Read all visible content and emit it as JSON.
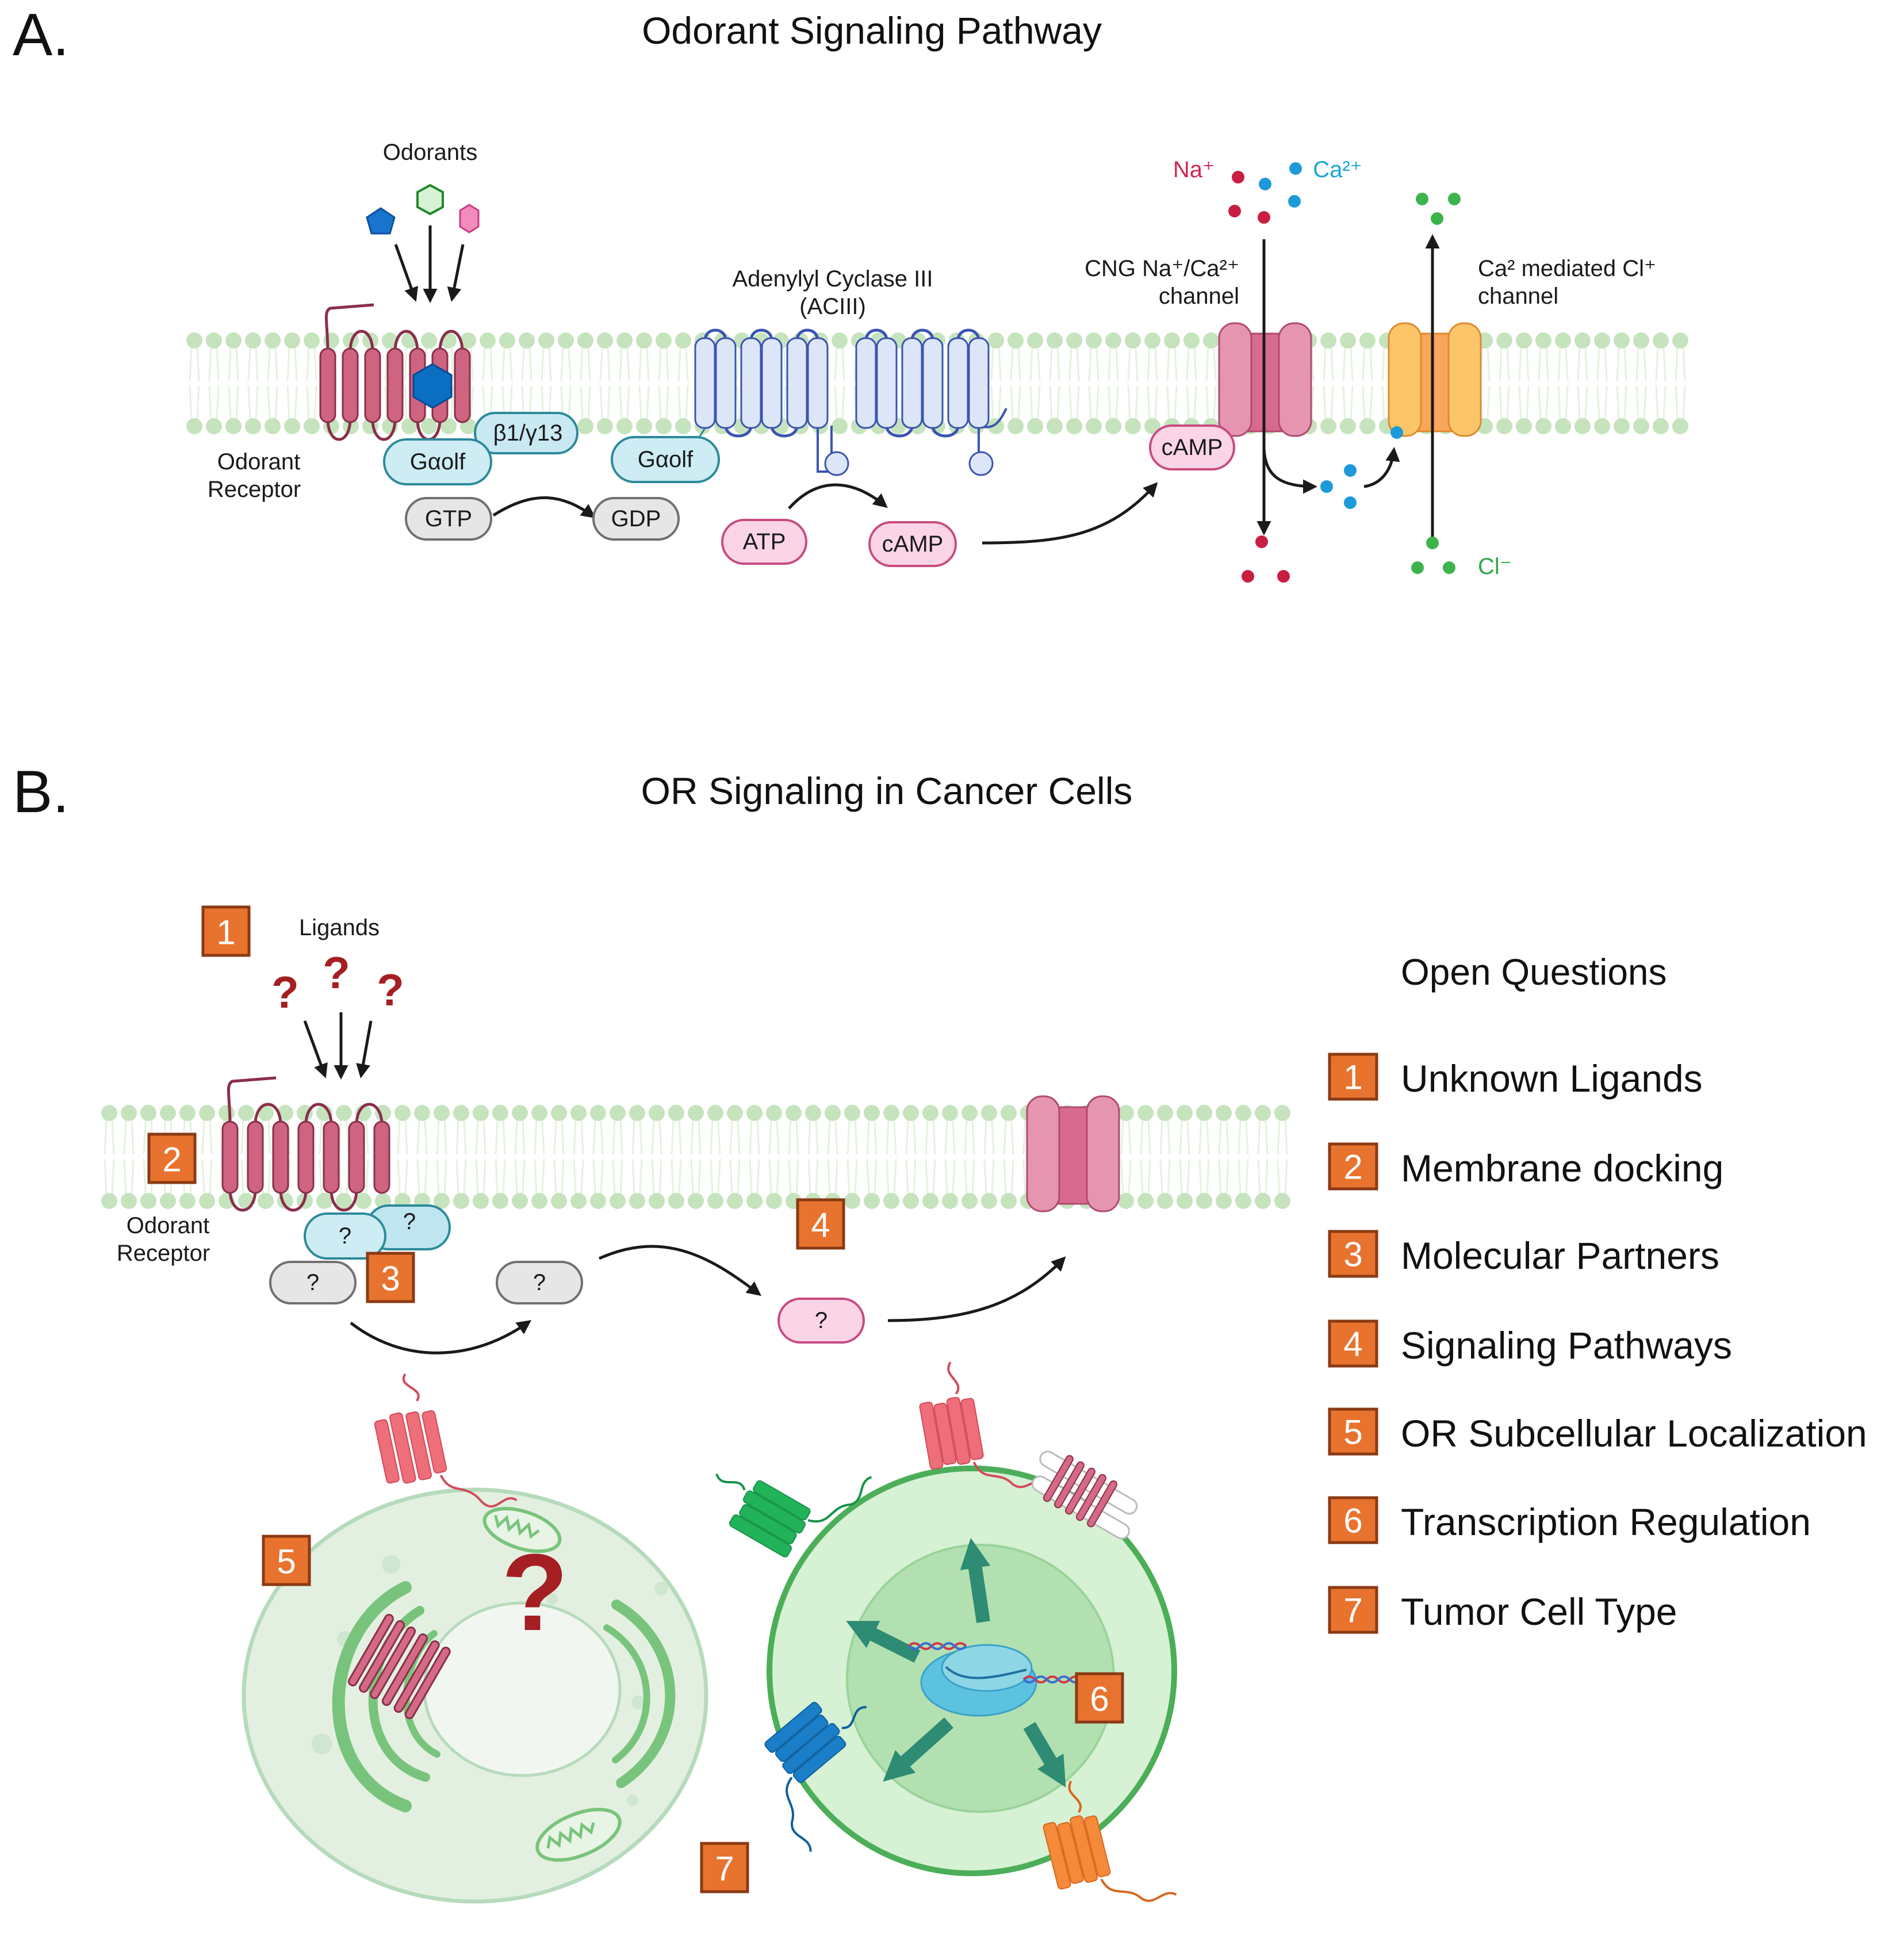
{
  "panel_a": {
    "letter": "A.",
    "title": "Odorant Signaling Pathway",
    "odorants_label": "Odorants",
    "receptor_label_line1": "Odorant",
    "receptor_label_line2": "Receptor",
    "g_alpha_label": "Gαolf",
    "g_alpha_label_2": "Gαolf",
    "beta_gamma_label": "β1/γ13",
    "gtp_label": "GTP",
    "gdp_label": "GDP",
    "acIII_label_line1": "Adenylyl Cyclase III",
    "acIII_label_line2": "(ACIII)",
    "atp_label": "ATP",
    "camp_label": "cAMP",
    "camp_bound_label": "cAMP",
    "cng_label_line1": "CNG Na⁺/Ca²⁺",
    "cng_label_line2": "channel",
    "cl_channel_label_line1": "Ca² mediated Cl⁺",
    "cl_channel_label_line2": "channel",
    "na_label": "Na⁺",
    "ca_label": "Ca²⁺",
    "cl_label": "Cl⁻"
  },
  "panel_b": {
    "letter": "B.",
    "title": "OR Signaling in Cancer Cells",
    "ligands_label": "Ligands",
    "receptor_label_line1": "Odorant",
    "receptor_label_line2": "Receptor",
    "unknown_mark": "?",
    "big_question": "?",
    "markers": {
      "m1": "1",
      "m2": "2",
      "m3": "3",
      "m4": "4",
      "m5": "5",
      "m6": "6",
      "m7": "7"
    },
    "open_questions": {
      "title": "Open Questions",
      "items": [
        {
          "num": "1",
          "label": "Unknown Ligands"
        },
        {
          "num": "2",
          "label": "Membrane docking"
        },
        {
          "num": "3",
          "label": "Molecular Partners"
        },
        {
          "num": "4",
          "label": "Signaling Pathways"
        },
        {
          "num": "5",
          "label": "OR Subcellular Localization"
        },
        {
          "num": "6",
          "label": "Transcription Regulation"
        },
        {
          "num": "7",
          "label": "Tumor Cell Type"
        }
      ]
    }
  },
  "colors": {
    "membrane": "#c5e3bd",
    "receptor": "#cf6480",
    "g_protein": "#cdecf3",
    "g_protein_border": "#2c8a9a",
    "gtp_fill": "#e6e6e6",
    "atp_fill": "#fbd5e6",
    "atp_border": "#c84b82",
    "acIII_fill": "#dde6f8",
    "acIII_border": "#3a55b0",
    "cng_channel": "#e08aa8",
    "cl_channel": "#fcc56a",
    "na_ion": "#c81e42",
    "ca_ion": "#1e9ad8",
    "cl_ion": "#3cb44b",
    "marker": "#e8732e",
    "question_mark": "#a41e22"
  }
}
